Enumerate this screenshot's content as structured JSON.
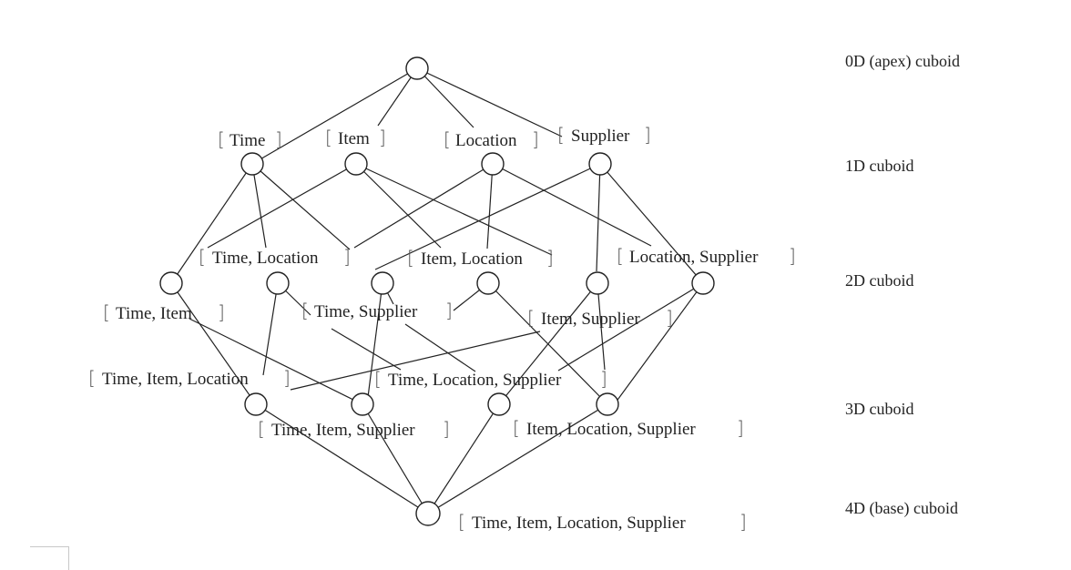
{
  "levels": {
    "apex": "0D (apex) cuboid",
    "one_d": "1D cuboid",
    "two_d": "2D cuboid",
    "three_d": "3D cuboid",
    "base": "4D (base) cuboid"
  },
  "cuboids": {
    "time": "Time",
    "item": "Item",
    "location": "Location",
    "supplier": "Supplier",
    "time_item": "Time, Item",
    "time_location": "Time, Location",
    "time_supplier": "Time, Supplier",
    "item_location": "Item, Location",
    "item_supplier": "Item, Supplier",
    "location_supplier": "Location, Supplier",
    "time_item_location": "Time, Item, Location",
    "time_item_supplier": "Time, Item, Supplier",
    "time_location_supplier": "Time, Location, Supplier",
    "item_location_supplier": "Item, Location, Supplier",
    "time_item_location_supplier": "Time, Item, Location, Supplier"
  }
}
